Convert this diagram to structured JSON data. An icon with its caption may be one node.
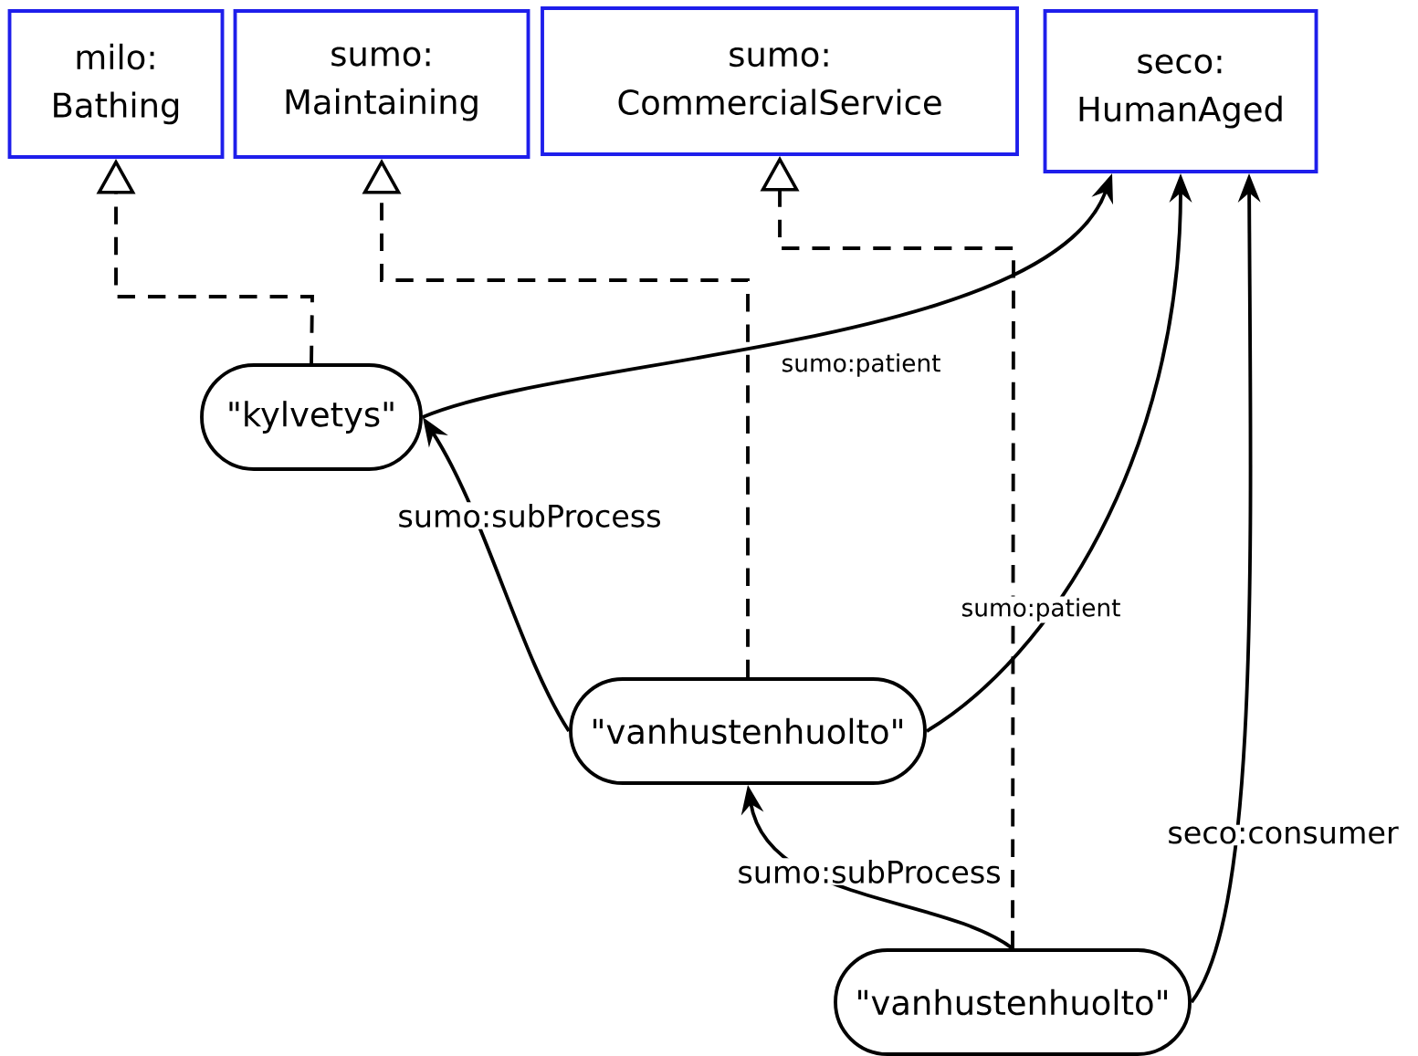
{
  "diagram": {
    "nodes": [
      {
        "text": [
          "milo: Bathing"
        ]
      },
      {
        "text": [
          "sumo: Maintaining"
        ]
      },
      {
        "text": [
          "sumo: CommercialService"
        ]
      },
      {
        "text": [
          "seco: HumanAged"
        ]
      },
      {
        "text": [
          "\"kylvetys\""
        ]
      },
      {
        "text": [
          "\"vanhustenhuolto\""
        ]
      },
      {
        "text": [
          "\"vanhustenhuolto\""
        ]
      }
    ],
    "edges": [
      {
        "from": 4,
        "to": 0,
        "arrow": "to",
        "style": "dashed"
      },
      {
        "from": 5,
        "to": 1,
        "arrow": "to",
        "style": "dashed"
      },
      {
        "from": 6,
        "to": 2,
        "arrow": "to",
        "style": "dashed"
      },
      {
        "from": 4,
        "to": 3,
        "arrow": "to",
        "label": "sumo:patient"
      },
      {
        "from": 5,
        "to": 3,
        "arrow": "to",
        "label": "sumo:patient"
      },
      {
        "from": 6,
        "to": 3,
        "arrow": "to",
        "label": "seco:consumer"
      },
      {
        "from": 5,
        "to": 4,
        "arrow": "to",
        "label": "sumo:subProcess"
      },
      {
        "from": 6,
        "to": 5,
        "arrow": "to",
        "label": "sumo:subProcess"
      }
    ]
  }
}
